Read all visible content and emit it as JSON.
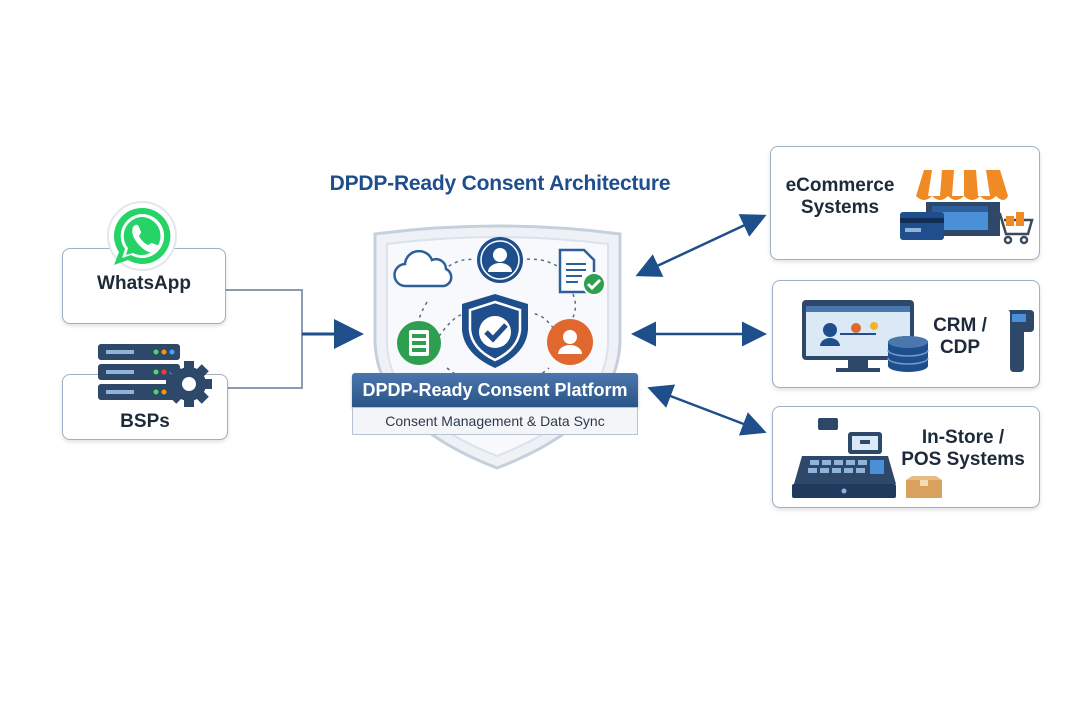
{
  "title": "DPDP-Ready Consent Architecture",
  "sources": {
    "whatsapp": "WhatsApp",
    "bsps": "BSPs"
  },
  "platform": {
    "title": "DPDP-Ready Consent Platform",
    "subtitle": "Consent Management & Data Sync"
  },
  "targets": {
    "ecommerce": [
      "eCommerce",
      "Systems"
    ],
    "crm": [
      "CRM /",
      "CDP"
    ],
    "pos": [
      "In-Store /",
      "POS Systems"
    ]
  },
  "colors": {
    "accent": "#1f4e8c",
    "arrow": "#1e4f8a",
    "whatsapp_green": "#25d366",
    "orange": "#e0672e",
    "green": "#2e9e4f"
  },
  "icons": [
    "whatsapp-icon",
    "server-gear-icon",
    "cloud-icon",
    "user-icon",
    "document-check-icon",
    "database-icon",
    "shield-check-icon",
    "storefront-icon",
    "monitor-icon",
    "barcode-scanner-icon",
    "cash-register-icon",
    "package-icon"
  ]
}
